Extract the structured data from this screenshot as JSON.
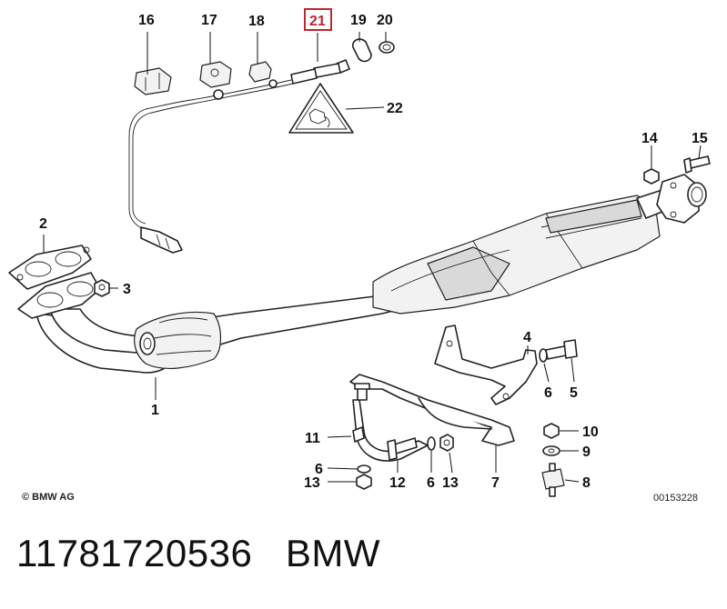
{
  "diagram": {
    "callouts": {
      "c1": "1",
      "c2": "2",
      "c3": "3",
      "c4": "4",
      "c5": "5",
      "c6a": "6",
      "c6b": "6",
      "c6c": "6",
      "c7": "7",
      "c8": "8",
      "c9": "9",
      "c10": "10",
      "c11": "11",
      "c12": "12",
      "c13a": "13",
      "c13b": "13",
      "c14": "14",
      "c15": "15",
      "c16": "16",
      "c17": "17",
      "c18": "18",
      "c19": "19",
      "c20": "20",
      "c21": "21",
      "c22": "22"
    },
    "highlighted_callout": "21",
    "copyright": "© BMW AG",
    "drawing_number": "00153228"
  },
  "caption": {
    "part_number": "11781720536",
    "brand": "BMW"
  }
}
